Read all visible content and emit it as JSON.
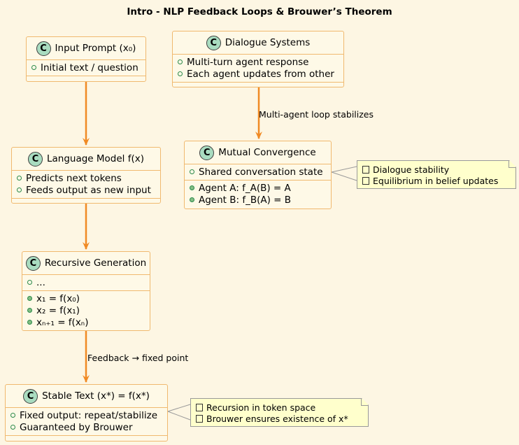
{
  "title": "Intro - NLP Feedback Loops & Brouwer’s Theorem",
  "class_icon_letter": "C",
  "colors": {
    "edge": "#f08a24",
    "class_fill": "#fef9e7",
    "class_border": "#f0b96f",
    "icon_fill": "#a9dcc0",
    "note_fill": "#ffffcc",
    "background": "#fdf6e3"
  },
  "classes": {
    "input_prompt": {
      "name": "Input Prompt (x₀)",
      "public": [
        "Initial text / question"
      ],
      "private": []
    },
    "language_model": {
      "name": "Language Model f(x)",
      "public": [
        "Predicts next tokens",
        "Feeds output as new input"
      ],
      "private": []
    },
    "recursive_generation": {
      "name": "Recursive Generation",
      "public": [
        "..."
      ],
      "private": [
        "x₁ = f(x₀)",
        "x₂ = f(x₁)",
        "xₙ₊₁ = f(xₙ)"
      ]
    },
    "stable_text": {
      "name": "Stable Text (x*) = f(x*)",
      "public": [
        "Fixed output: repeat/stabilize",
        "Guaranteed by Brouwer"
      ],
      "private": []
    },
    "dialogue_systems": {
      "name": "Dialogue Systems",
      "public": [
        "Multi-turn agent response",
        "Each agent updates from other"
      ],
      "private": []
    },
    "mutual_convergence": {
      "name": "Mutual Convergence",
      "public": [
        "Shared conversation state"
      ],
      "private": [
        "Agent A: f_A(B) = A",
        "Agent B: f_B(A) = B"
      ]
    }
  },
  "edge_labels": {
    "recursive_to_stable": "Feedback → fixed point",
    "dialogue_to_convergence": "Multi-agent loop stabilizes"
  },
  "notes": {
    "convergence_note": [
      "Dialogue stability",
      "Equilibrium in belief updates"
    ],
    "stable_note": [
      "Recursion in token space",
      "Brouwer ensures existence of x*"
    ]
  }
}
